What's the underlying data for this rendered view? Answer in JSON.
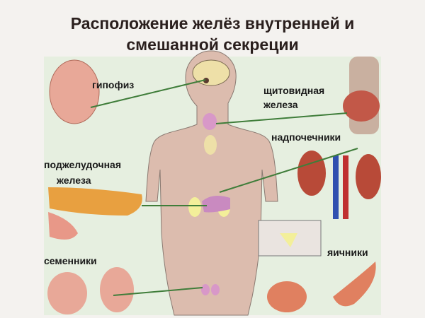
{
  "title": {
    "line1": "Расположение желёз внутренней и",
    "line2": "смешанной секреции"
  },
  "labels": {
    "pituitary": "гипофиз",
    "thyroid_1": "щитовидная",
    "thyroid_2": "железа",
    "adrenals": "надпочечники",
    "pancreas_1": "поджелудочная",
    "pancreas_2": "железа",
    "testes": "семенники",
    "ovaries": "яичники"
  },
  "colors": {
    "background": "#e6efe0",
    "leader_line": "#3f7d3a",
    "body": "#d9b8a8",
    "gland": "#c98ac0"
  }
}
